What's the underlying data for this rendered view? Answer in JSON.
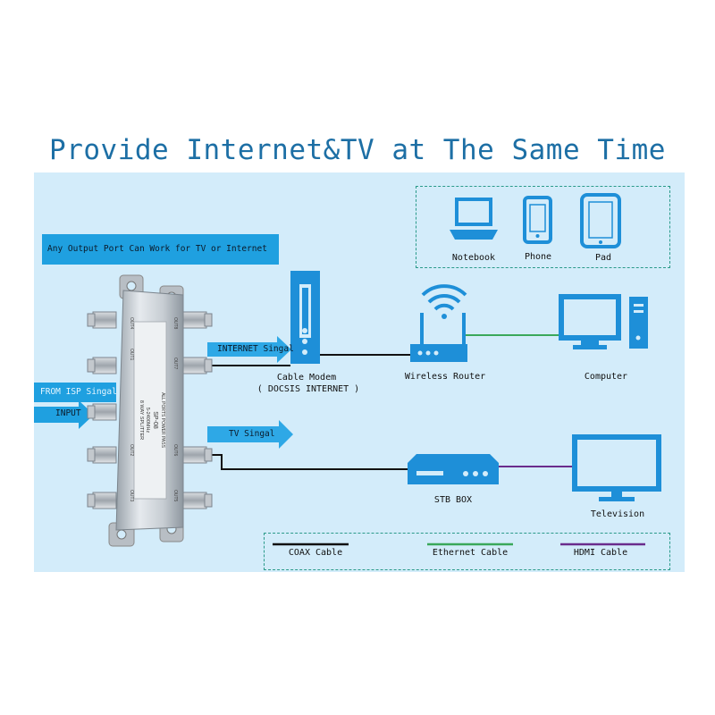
{
  "title": "Provide Internet&TV at The Same Time",
  "port_note": "Any Output Port Can Work for TV or Internet",
  "arrows": {
    "from_isp": "FROM ISP Singal",
    "input": "INPUT",
    "internet": "INTERNET Singal",
    "tv": "TV Singal"
  },
  "devices": {
    "cable_modem": "Cable Modem",
    "docsis": "( DOCSIS INTERNET )",
    "wireless_router": "Wireless Router",
    "computer": "Computer",
    "stb_box": "STB BOX",
    "television": "Television",
    "notebook": "Notebook",
    "phone": "Phone",
    "pad": "Pad"
  },
  "splitter": {
    "model": "SP-08",
    "freq": "5-2400MHz",
    "type": "8 WAY SPLITTER",
    "pass": "ALL PORTS POWER PASS",
    "ports": [
      "OUT1",
      "OUT2",
      "OUT3",
      "OUT4",
      "OUT5",
      "OUT6",
      "OUT7",
      "OUT8"
    ]
  },
  "legend": {
    "coax": "COAX Cable",
    "ethernet": "Ethernet Cable",
    "hdmi": "HDMI  Cable"
  },
  "colors": {
    "accent": "#1d8fd8",
    "device_blue": "#1e8fd8",
    "panel": "#d3ecfa",
    "coax": "#111111",
    "ethernet": "#3aa85a",
    "hdmi": "#6a2c8c"
  }
}
